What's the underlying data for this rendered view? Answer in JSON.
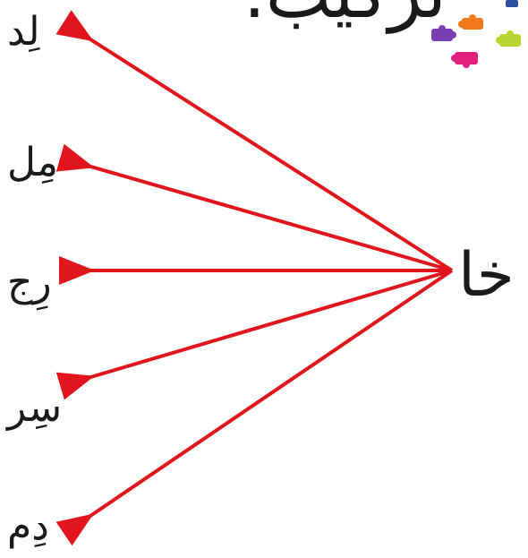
{
  "header": {
    "text": "ترکیب."
  },
  "source_word": "خا",
  "target_words": [
    "لِد",
    "مِل",
    "رِج",
    "سِر",
    "دِم"
  ],
  "colors": {
    "arrow": "#e0151d",
    "text": "#1a1a1a",
    "puzzle": [
      "#7b3fb3",
      "#f07a1a",
      "#e21f7c",
      "#b7d531",
      "#2d4fa3"
    ]
  },
  "icons": {
    "decoration": "puzzle-pieces-icon"
  }
}
